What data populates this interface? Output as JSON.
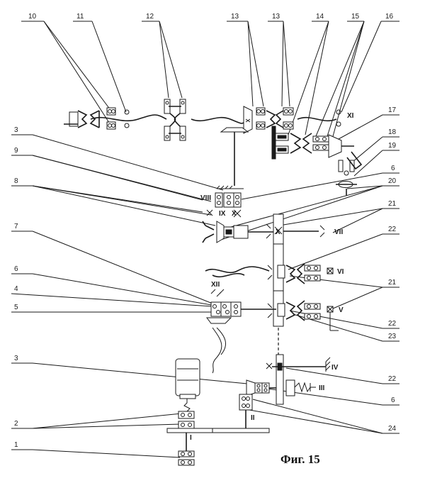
{
  "figure": {
    "caption": "Фиг. 15"
  },
  "labels": {
    "n1": "1",
    "n2": "2",
    "n3a": "3",
    "n3b": "3",
    "n4": "4",
    "n5": "5",
    "n6a": "6",
    "n6b": "6",
    "n6c": "6",
    "n7": "7",
    "n8": "8",
    "n9": "9",
    "n10": "10",
    "n11": "11",
    "n12": "12",
    "n13a": "13",
    "n13b": "13",
    "n14": "14",
    "n15": "15",
    "n16": "16",
    "n17": "17",
    "n18": "18",
    "n19": "19",
    "n20": "20",
    "n21a": "21",
    "n21b": "21",
    "n22a": "22",
    "n22b": "22",
    "n22c": "22",
    "n23": "23",
    "n24": "24"
  },
  "shafts": {
    "I": "I",
    "II": "II",
    "III": "III",
    "IV": "IV",
    "V": "V",
    "VI": "VI",
    "VII": "VII",
    "VIII": "VIII",
    "IX": "IX",
    "X1": "X",
    "X2": "X",
    "XI": "XI",
    "XII": "XII"
  }
}
